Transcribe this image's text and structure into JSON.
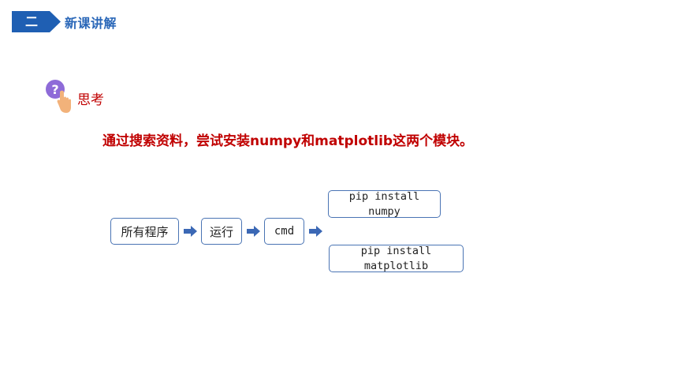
{
  "header": {
    "section_number": "二",
    "section_title": "新课讲解"
  },
  "think": {
    "label": "思考",
    "icon": "question-hand-icon"
  },
  "task": {
    "text": "通过搜索资料，尝试安装numpy和matplotlib这两个模块。"
  },
  "flow": {
    "step1": "所有程序",
    "step2": "运行",
    "step3": "cmd",
    "option1": {
      "line1": "pip install",
      "line2": "numpy"
    },
    "option2": {
      "line1": "pip install",
      "line2": "matplotlib"
    }
  },
  "colors": {
    "header_blue": "#1f5fb3",
    "title_blue": "#2a67b8",
    "accent_red": "#c00000",
    "box_border": "#4a74b4",
    "arrow_blue": "#3b68b5",
    "icon_purple": "#8e6bd8",
    "hand_orange": "#f2b27a"
  }
}
